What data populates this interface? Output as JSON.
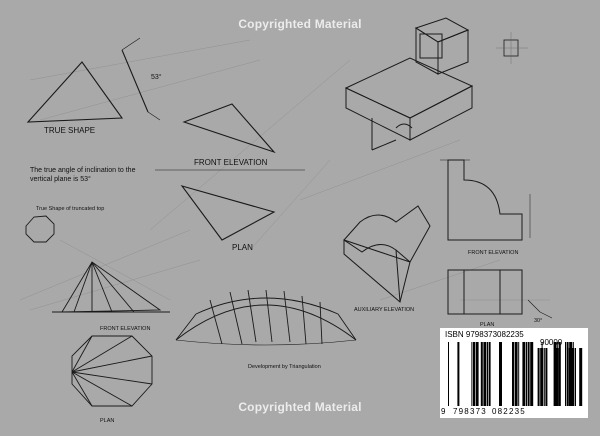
{
  "watermark": {
    "top": "Copyrighted Material",
    "bottom": "Copyrighted Material"
  },
  "labels": {
    "true_shape": "TRUE SHAPE",
    "front_elevation": "FRONT ELEVATION",
    "plan": "PLAN",
    "inclination_note": "The true angle of inclination to the vertical plane is 53°",
    "angle": "53°",
    "truncated_top": "True Shape of truncated top",
    "front_elevation_lower": "FRONT ELEVATION",
    "plan_lower": "PLAN",
    "development": "Development by Triangulation",
    "auxiliary_elevation": "AUXILIARY ELEVATION",
    "front_elevation_right": "FRONT ELEVATION",
    "plan_right": "PLAN",
    "angle_30": "30°"
  },
  "barcode": {
    "isbn": "ISBN 9798373082235",
    "price": "90000",
    "ean_first": "9",
    "ean_left": "798373",
    "ean_right": "082235"
  }
}
